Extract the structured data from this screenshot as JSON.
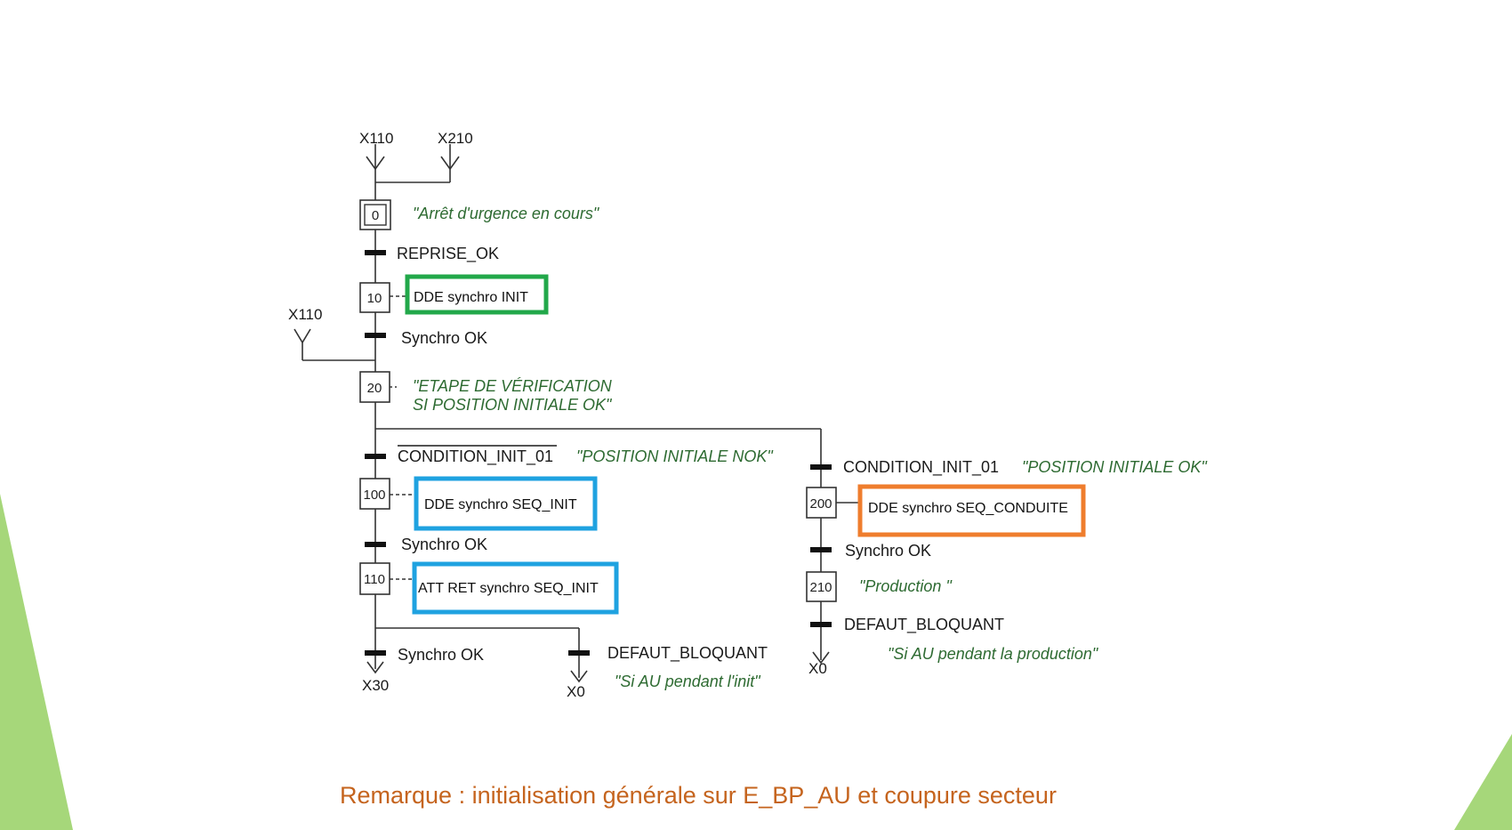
{
  "theme": {
    "deco_green": "#a6d77a",
    "line_color": "#333333",
    "comment_color": "#2e6b32",
    "remark_color": "#c5641e",
    "action_green": "#22a84a",
    "action_blue": "#1fa2e0",
    "action_orange": "#ef7d2d"
  },
  "diagram": {
    "refs": {
      "top_x110": "X110",
      "top_x210": "X210",
      "side_x110": "X110",
      "x30": "X30",
      "x0_left": "X0",
      "x0_right": "X0"
    },
    "steps": {
      "s0": "0",
      "s10": "10",
      "s20": "20",
      "s100": "100",
      "s110": "110",
      "s200": "200",
      "s210": "210"
    },
    "comments": {
      "s0": "\"Arrêt d'urgence en cours\"",
      "s20_line1": "\"ETAPE DE VÉRIFICATION",
      "s20_line2": "SI POSITION INITIALE OK\"",
      "pos_nok": "\"POSITION INITIALE  NOK\"",
      "pos_ok": "\"POSITION INITIALE OK\"",
      "production": "\"Production \"",
      "au_init": "\"Si AU pendant l'init\"",
      "au_prod": "\"Si AU pendant la production\""
    },
    "transitions": {
      "reprise": "REPRISE_OK",
      "synchro_10": "Synchro OK",
      "cond_init_left": "CONDITION_INIT_01",
      "synchro_100": "Synchro OK",
      "synchro_110": "Synchro OK",
      "defaut_left": "DEFAUT_BLOQUANT",
      "cond_init_right": "CONDITION_INIT_01",
      "synchro_200": "Synchro OK",
      "defaut_right": "DEFAUT_BLOQUANT"
    },
    "actions": {
      "a10": "DDE synchro INIT",
      "a100": "DDE synchro SEQ_INIT",
      "a110": "ATT RET synchro SEQ_INIT",
      "a200": "DDE synchro SEQ_CONDUITE"
    }
  },
  "remark": "Remarque : initialisation générale sur E_BP_AU et coupure secteur"
}
